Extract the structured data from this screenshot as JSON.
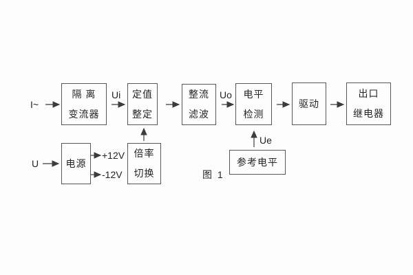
{
  "page": {
    "background_color": "#fdfdfd",
    "line_color": "#3c3c3c"
  },
  "diagram": {
    "caption": "图 1",
    "blocks": {
      "isolation_transformer": {
        "line1": "隔 离",
        "line2": "变流器"
      },
      "setting_adjust": {
        "line1": "定值",
        "line2": "整定"
      },
      "rectify_filter": {
        "line1": "整流",
        "line2": "滤波"
      },
      "level_detect": {
        "line1": "电平",
        "line2": "检测"
      },
      "drive": {
        "line1": "驱动"
      },
      "output_relay": {
        "line1": "出口",
        "line2": "继电器"
      },
      "power_supply": {
        "line1": "电源"
      },
      "ratio_switch": {
        "line1": "倍率",
        "line2": "切换"
      },
      "reference_level": {
        "line1": "参考电平"
      }
    },
    "signal_labels": {
      "input_current": "I~",
      "input_voltage": "U",
      "ui": "Ui",
      "uo": "Uo",
      "ue": "Ue",
      "plus_12v": "+12V",
      "minus_12v": "-12V"
    }
  }
}
